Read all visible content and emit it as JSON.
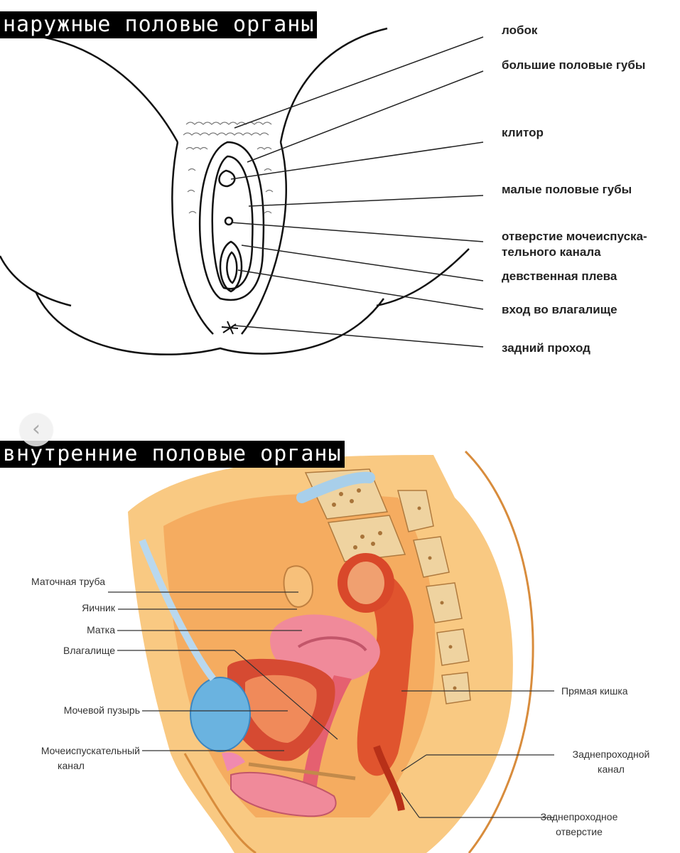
{
  "external": {
    "title": "наружные половые органы",
    "labels": [
      "лобок",
      "большие половые губы",
      "клитор",
      "малые половые губы",
      "отверстие мочеиспуска-",
      "тельного канала",
      "девственная плева",
      "вход во влагалище",
      "задний проход"
    ]
  },
  "internal": {
    "title": "внутренние половые органы",
    "labels_left": [
      "Маточная труба",
      "Яичник",
      "Матка",
      "Влагалище",
      "Мочевой пузырь",
      "Мочеиспускательный",
      "канал"
    ],
    "labels_right": [
      "Прямая кишка",
      "Заднепроходной",
      "канал",
      "Заднепроходное",
      "отверстие"
    ]
  },
  "nav": {
    "prev_icon": "‹"
  },
  "colors": {
    "outline": "#111111",
    "tissue": "#f6b868",
    "muscle": "#e0542e",
    "uterus": "#f08a9a",
    "bladder": "#6ab3e0",
    "bone": "#e9c890"
  }
}
